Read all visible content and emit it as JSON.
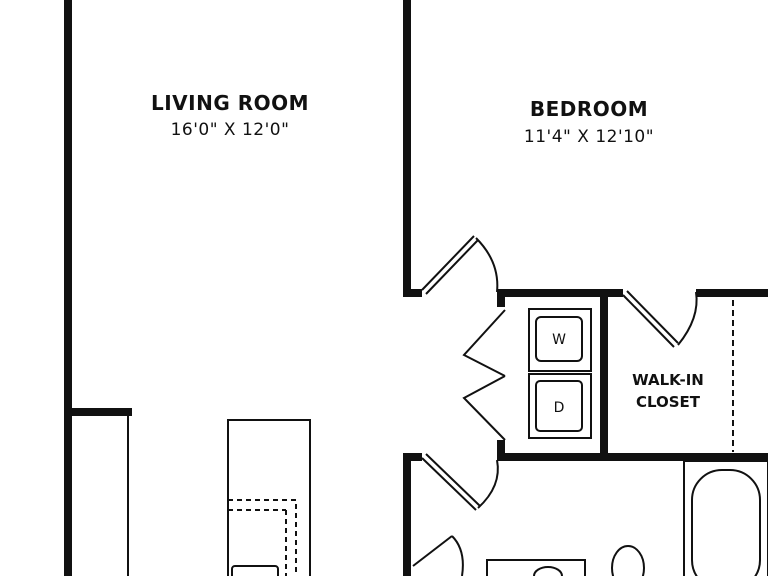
{
  "rooms": {
    "living": {
      "name": "LIVING ROOM",
      "dims": "16'0\" X 12'0\""
    },
    "bedroom": {
      "name": "BEDROOM",
      "dims": "11'4\" X 12'10\""
    },
    "closet": {
      "name_line1": "WALK-IN",
      "name_line2": "CLOSET"
    }
  },
  "appliances": {
    "washer": "W",
    "dryer": "D"
  },
  "colors": {
    "wall": "#111111",
    "background": "#ffffff"
  }
}
